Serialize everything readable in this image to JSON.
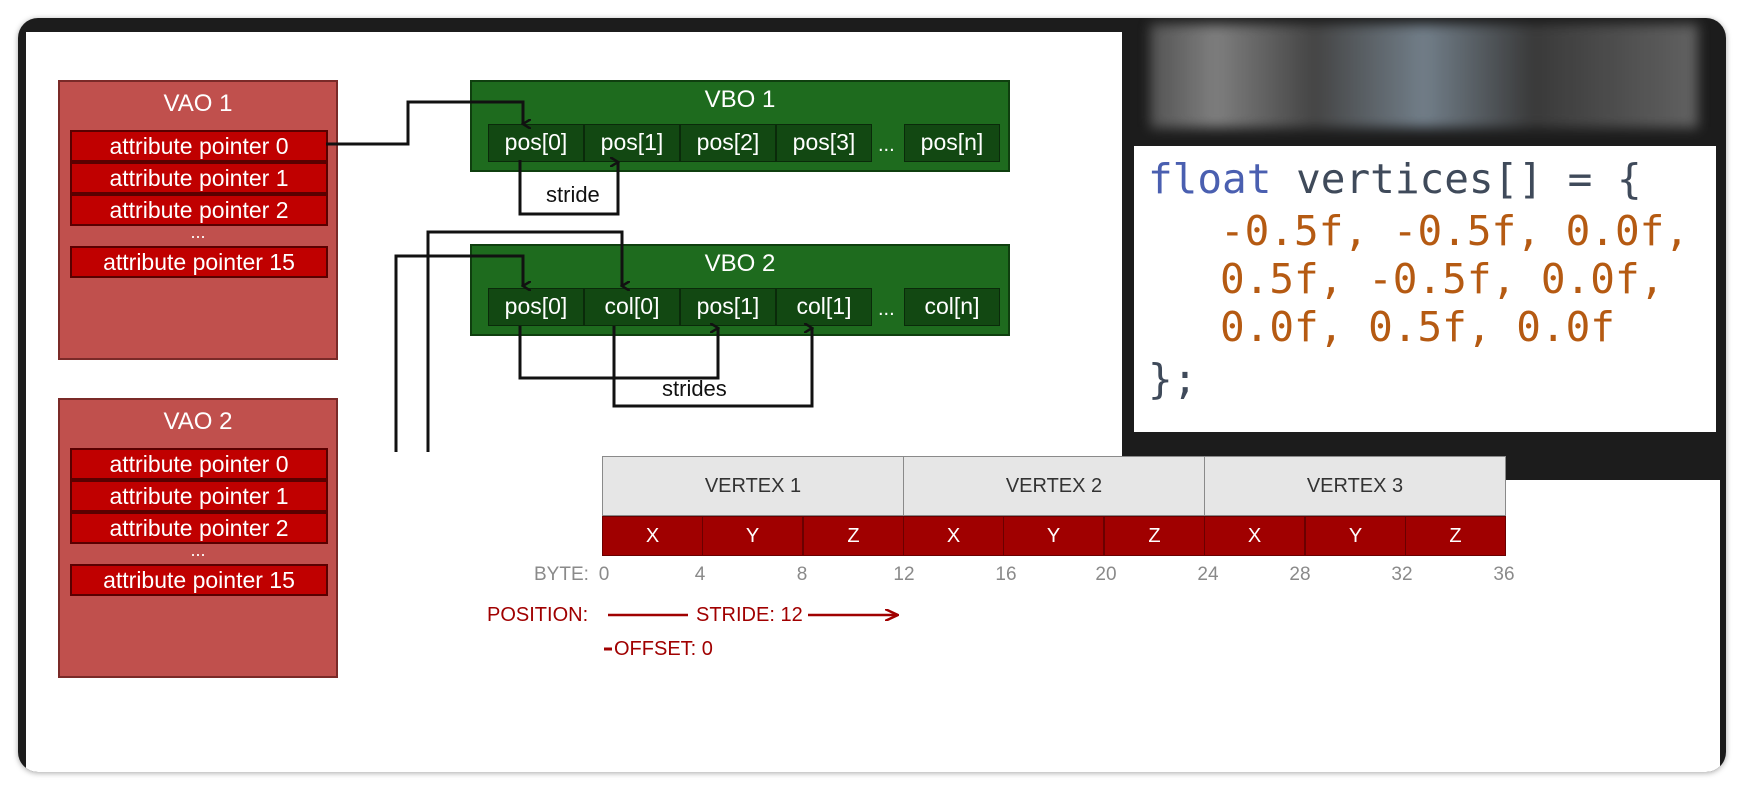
{
  "vao1": {
    "title": "VAO 1",
    "attributes": [
      "attribute pointer 0",
      "attribute pointer 1",
      "attribute pointer 2",
      "attribute pointer 15"
    ],
    "ellipsis": "..."
  },
  "vao2": {
    "title": "VAO 2",
    "attributes": [
      "attribute pointer 0",
      "attribute pointer 1",
      "attribute pointer 2",
      "attribute pointer 15"
    ],
    "ellipsis": "..."
  },
  "vbo1": {
    "title": "VBO 1",
    "cells": [
      "pos[0]",
      "pos[1]",
      "pos[2]",
      "pos[3]",
      "pos[n]"
    ],
    "ellipsis": "...",
    "stride_label": "stride"
  },
  "vbo2": {
    "title": "VBO 2",
    "cells": [
      "pos[0]",
      "col[0]",
      "pos[1]",
      "col[1]",
      "col[n]"
    ],
    "ellipsis": "...",
    "strides_label": "strides"
  },
  "code": {
    "line1_kw": "float",
    "line1_rest": " vertices[] = {",
    "line2": "-0.5f, -0.5f, 0.0f,",
    "line3": "0.5f, -0.5f, 0.0f,",
    "line4": "0.0f, 0.5f, 0.0f",
    "line5": "};"
  },
  "layout": {
    "vertices": [
      "VERTEX 1",
      "VERTEX 2",
      "VERTEX 3"
    ],
    "components": [
      "X",
      "Y",
      "Z",
      "X",
      "Y",
      "Z",
      "X",
      "Y",
      "Z"
    ],
    "byte_label": "BYTE:",
    "bytes": [
      "0",
      "4",
      "8",
      "12",
      "16",
      "20",
      "24",
      "28",
      "32",
      "36"
    ],
    "position_label": "POSITION:",
    "stride_label": "STRIDE: 12",
    "offset_label": "OFFSET: 0"
  },
  "colors": {
    "vao_fill": "#c0504d",
    "attr_fill": "#c00000",
    "vbo_fill": "#1e6b1e",
    "accent_red": "#a00000",
    "code_keyword": "#4a5fb0",
    "code_number": "#b55a12"
  }
}
